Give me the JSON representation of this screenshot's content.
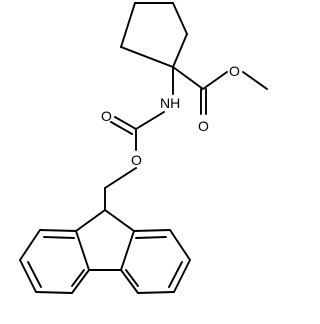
{
  "atoms": {
    "carbamate_nitrogen": "NH",
    "carbonyl_oxygen_carbamate": "O",
    "ether_oxygen_carbamate": "O",
    "ester_oxygen_methoxy": "O",
    "ester_carbonyl_oxygen": "O"
  },
  "colors": {
    "bond": "#000000",
    "label": "#000000",
    "background": "#ffffff"
  }
}
